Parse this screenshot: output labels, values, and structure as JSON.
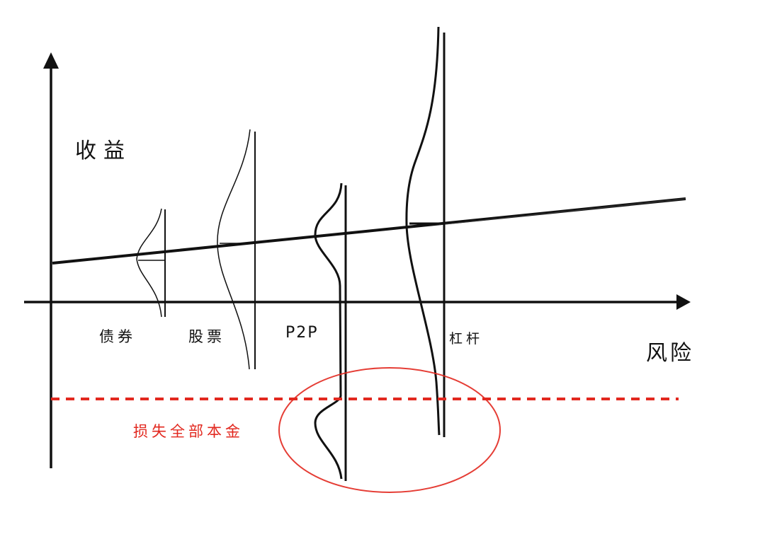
{
  "diagram": {
    "y_axis_label": "收益",
    "x_axis_label": "风险",
    "categories": [
      {
        "id": "bond",
        "label": "债券"
      },
      {
        "id": "stock",
        "label": "股票"
      },
      {
        "id": "p2p",
        "label": "P2P"
      },
      {
        "id": "leverage",
        "label": "杠杆"
      }
    ],
    "loss_line_label": "损失全部本金",
    "colors": {
      "ink": "#111111",
      "loss_red": "#e2281f",
      "background": "#ffffff"
    }
  }
}
